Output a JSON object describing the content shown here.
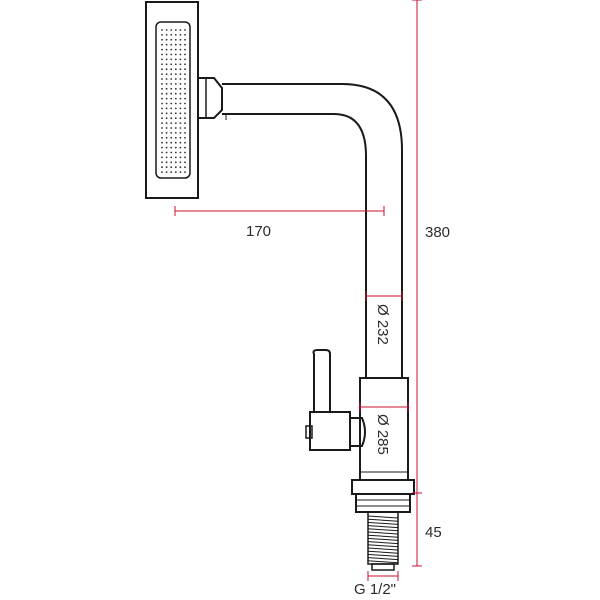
{
  "dimensions": {
    "spout_reach": "170",
    "total_height": "380",
    "upper_diameter": "Ø 232",
    "lower_diameter": "Ø 285",
    "thread_length": "45",
    "thread_size": "G 1/2\""
  },
  "colors": {
    "dimension_line": "#c8102e",
    "outline": "#1a1a1a",
    "background": "#ffffff"
  }
}
